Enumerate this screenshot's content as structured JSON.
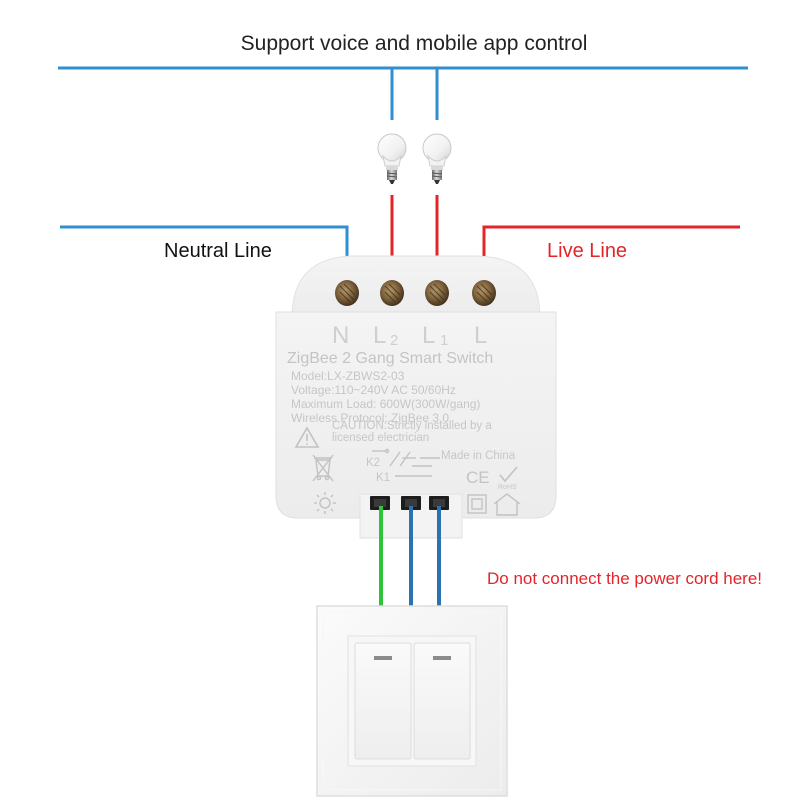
{
  "header": {
    "title": "Support voice and mobile app control"
  },
  "labels": {
    "neutral_line": "Neutral Line",
    "live_line": "Live Line",
    "warning": "Do not connect the power cord here!"
  },
  "module": {
    "terminals": {
      "n": "N",
      "l2": "L",
      "l2_sub": "2",
      "l1": "L",
      "l1_sub": "1",
      "l": "L"
    },
    "product_name": "ZigBee 2 Gang Smart Switch",
    "model": "Model:LX-ZBWS2-03",
    "voltage": "Voltage:110~240V AC 50/60Hz",
    "max_load": "Maximum Load: 600W(300W/gang)",
    "protocol": "Wireless Protocol: ZigBee 3.0",
    "caution_line1": "CAUTION:Strictly installed by a",
    "caution_line2": "licensed electrician",
    "k2": "K2",
    "k1": "K1",
    "made_in": "Made in China",
    "ce_mark": "CE",
    "rohs_mark": "RoHS"
  },
  "colors": {
    "neutral_wire": "#2f8fd0",
    "live_wire": "#e3252b",
    "switch_blue_wire": "#2a73b0",
    "switch_green_wire": "#2fc23a",
    "warning_text": "#e3252b",
    "label_text": "#111111",
    "module_body": "#f1f1f1",
    "module_print": "#c9c9c9",
    "terminal_brass": "#6f5636"
  },
  "icons": {
    "bulb": "light-bulb-icon",
    "caution": "warning-triangle-icon",
    "weee": "crossed-bin-icon",
    "light": "sun-icon",
    "double_insulation": "double-square-icon",
    "indoor": "house-icon",
    "switch_symbol": "switch-contact-icon"
  }
}
